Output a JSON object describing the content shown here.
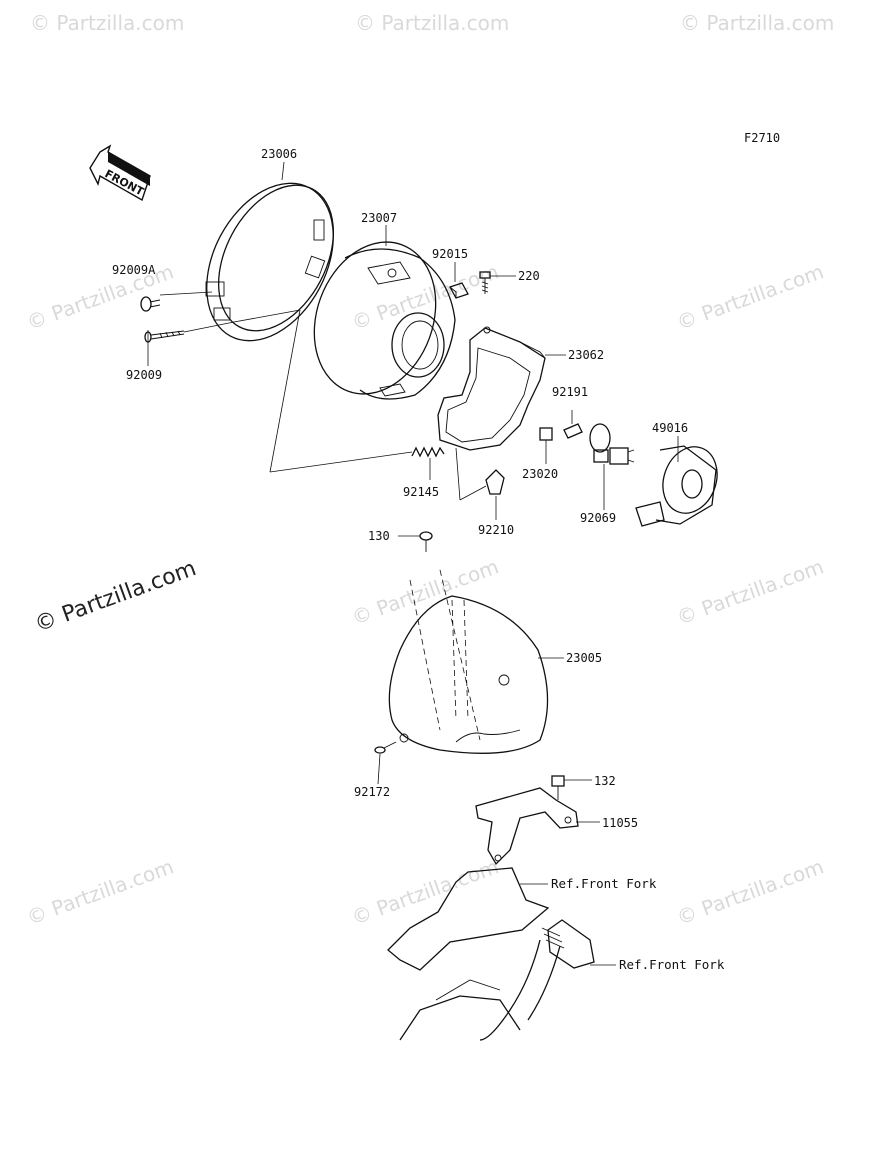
{
  "diagram": {
    "code": "F2710",
    "front_arrow": "FRONT",
    "watermark": "© Partzilla.com",
    "part_labels": {
      "bezel_ring": "23006",
      "housing": "23007",
      "screw_92009a": "92009A",
      "screw_92009": "92009",
      "nut_92015": "92015",
      "screw_220": "220",
      "socket_23062": "23062",
      "spacer_92191": "92191",
      "cover_49016": "49016",
      "spring_92145": "92145",
      "clip_23020": "23020",
      "bulb_92069": "92069",
      "plate_92210": "92210",
      "bolt_130": "130",
      "headlight_case": "23005",
      "screw_92172": "92172",
      "bolt_132": "132",
      "bracket_11055": "11055"
    },
    "references": {
      "front_fork_1": "Ref.Front Fork",
      "front_fork_2": "Ref.Front Fork"
    }
  }
}
